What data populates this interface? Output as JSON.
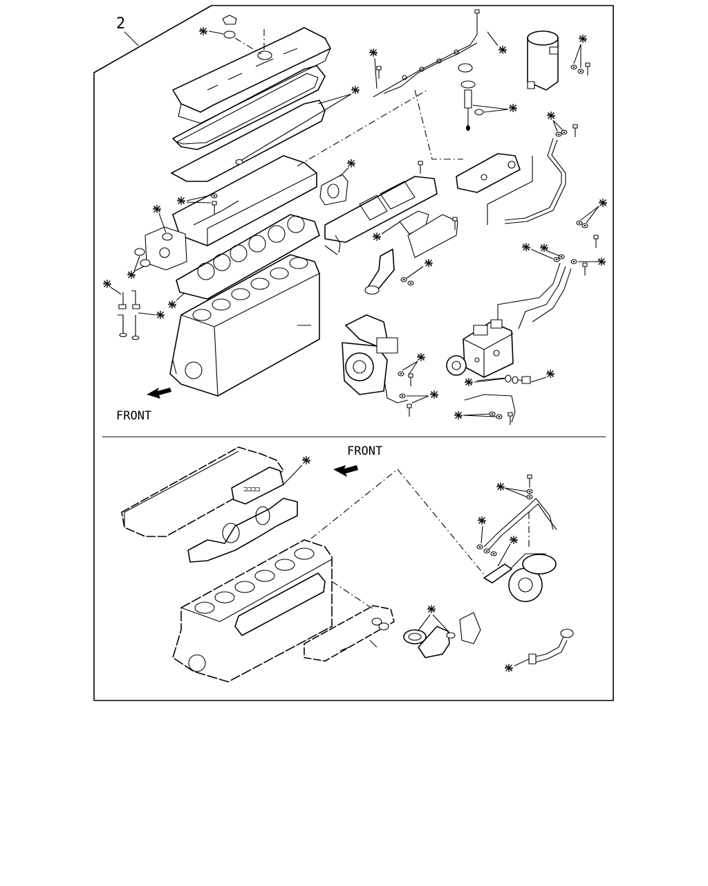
{
  "diagram": {
    "index_label": "2",
    "front_label_upper": "FRONT",
    "front_label_lower": "FRONT",
    "mark_symbol": "※",
    "mark_icon": "asterisk-mark-icon",
    "arrow_icon": "front-arrow-icon"
  }
}
